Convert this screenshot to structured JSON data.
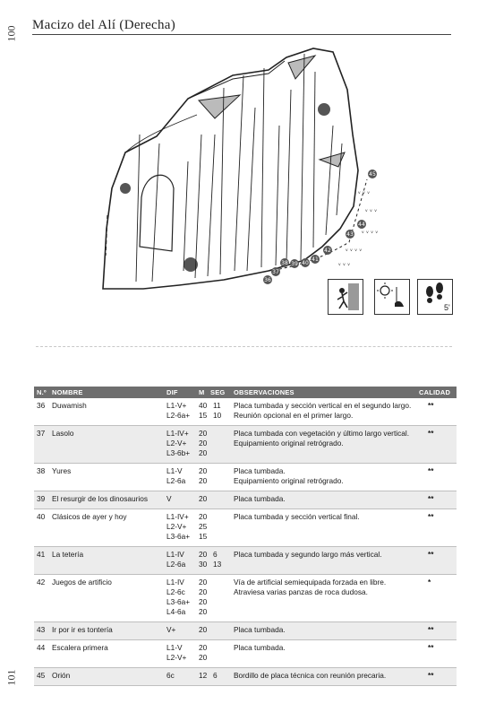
{
  "page": {
    "number_top": "100",
    "number_bottom": "101",
    "title": "Macizo del Alí (Derecha)"
  },
  "topo": {
    "route_markers": [
      "36",
      "37",
      "38",
      "39",
      "40",
      "41",
      "42",
      "43",
      "44",
      "45"
    ],
    "approach_time": "5'",
    "icons": [
      "climber-icon",
      "sun-icon",
      "footprints-icon"
    ]
  },
  "table": {
    "headers": {
      "num": "N.º",
      "name": "NOMBRE",
      "dif": "DIF",
      "m": "M",
      "seg": "SEG",
      "obs": "OBSERVACIONES",
      "cal": "CALIDAD"
    },
    "rows": [
      {
        "num": "36",
        "name": "Duwamish",
        "dif": [
          "L1-V+",
          "L2-6a+"
        ],
        "m": [
          "40",
          "15"
        ],
        "seg": [
          "11",
          "10"
        ],
        "obs": [
          "Placa tumbada y sección vertical en el segundo largo.",
          "Reunión opcional en el primer largo."
        ],
        "cal": "**"
      },
      {
        "num": "37",
        "name": "Lasolo",
        "dif": [
          "L1-IV+",
          "L2-V+",
          "L3-6b+"
        ],
        "m": [
          "20",
          "20",
          "20"
        ],
        "seg": [],
        "obs": [
          "Placa tumbada con vegetación y último largo vertical.",
          "Equipamiento original retrógrado."
        ],
        "cal": "**"
      },
      {
        "num": "38",
        "name": "Yures",
        "dif": [
          "L1-V",
          "L2-6a"
        ],
        "m": [
          "20",
          "20"
        ],
        "seg": [],
        "obs": [
          "Placa tumbada.",
          "Equipamiento original retrógrado."
        ],
        "cal": "**"
      },
      {
        "num": "39",
        "name": "El resurgir de los dinosaurios",
        "dif": [
          "V"
        ],
        "m": [
          "20"
        ],
        "seg": [],
        "obs": [
          "Placa tumbada."
        ],
        "cal": "**"
      },
      {
        "num": "40",
        "name": "Clásicos de ayer y hoy",
        "dif": [
          "L1-IV+",
          "L2-V+",
          "L3-6a+"
        ],
        "m": [
          "20",
          "25",
          "15"
        ],
        "seg": [],
        "obs": [
          "Placa tumbada y sección vertical final."
        ],
        "cal": "**"
      },
      {
        "num": "41",
        "name": "La tetería",
        "dif": [
          "L1-IV",
          "L2-6a"
        ],
        "m": [
          "20",
          "30"
        ],
        "seg": [
          "6",
          "13"
        ],
        "obs": [
          "Placa tumbada y segundo largo más vertical."
        ],
        "cal": "**"
      },
      {
        "num": "42",
        "name": "Juegos de artificio",
        "dif": [
          "L1-IV",
          "L2-6c",
          "L3-6a+",
          "L4-6a"
        ],
        "m": [
          "20",
          "20",
          "20",
          "20"
        ],
        "seg": [],
        "obs": [
          "Vía de artificial semiequipada forzada en libre.",
          "Atraviesa varias panzas de roca dudosa."
        ],
        "cal": "*"
      },
      {
        "num": "43",
        "name": "Ir por ir es tontería",
        "dif": [
          "V+"
        ],
        "m": [
          "20"
        ],
        "seg": [],
        "obs": [
          "Placa tumbada."
        ],
        "cal": "**"
      },
      {
        "num": "44",
        "name": "Escalera primera",
        "dif": [
          "L1-V",
          "L2-V+"
        ],
        "m": [
          "20",
          "20"
        ],
        "seg": [],
        "obs": [
          "Placa tumbada."
        ],
        "cal": "**"
      },
      {
        "num": "45",
        "name": "Orión",
        "dif": [
          "6c"
        ],
        "m": [
          "12"
        ],
        "seg": [
          "6"
        ],
        "obs": [
          "Bordillo de placa técnica con reunión precaria."
        ],
        "cal": "**"
      }
    ]
  }
}
